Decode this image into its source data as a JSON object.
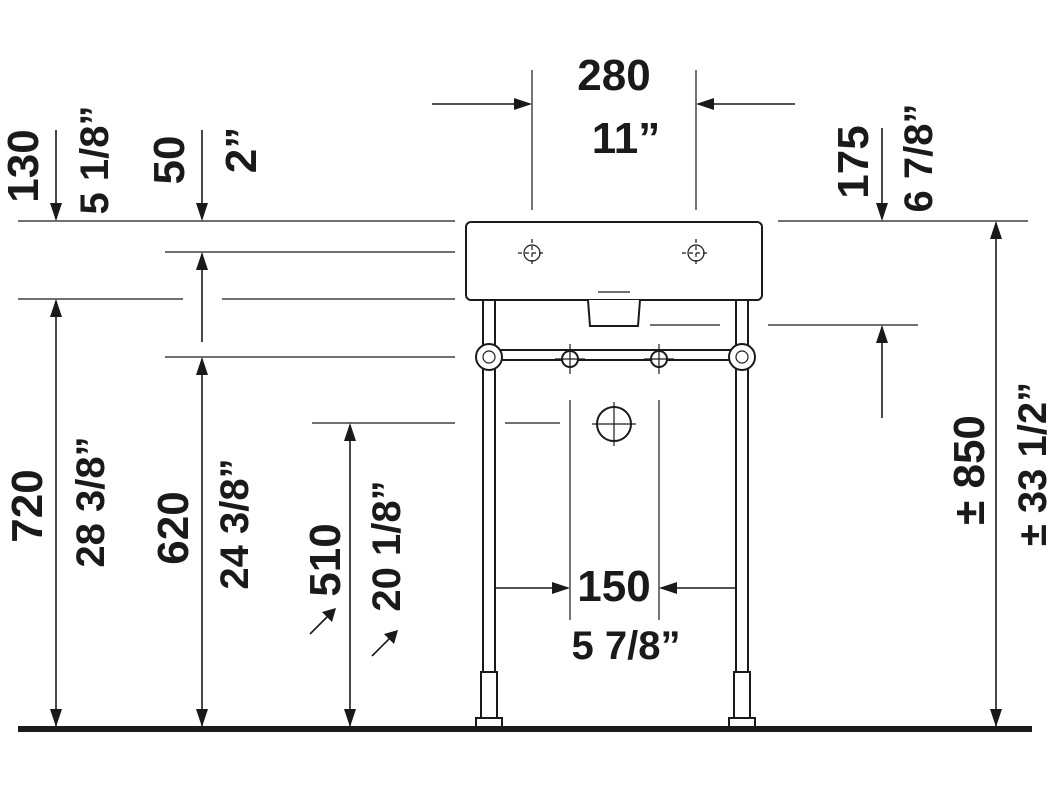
{
  "drawing": {
    "basin_width_mm": "280",
    "basin_width_in": "11”",
    "top_offset_130_mm": "130",
    "top_offset_130_in": "5 1/8”",
    "top_offset_50_mm": "50",
    "top_offset_50_in": "2”",
    "top_offset_175_mm": "175",
    "top_offset_175_in": "6 7/8”",
    "height_720_mm": "720",
    "height_720_in": "28 3/8”",
    "height_620_mm": "620",
    "height_620_in": "24 3/8”",
    "height_510_mm": "510",
    "height_510_in": "20 1/8”",
    "height_850_mm": "± 850",
    "height_850_in": "± 33 1/2”",
    "leg_spacing_mm": "150",
    "leg_spacing_in": "5 7/8”"
  },
  "colors": {
    "line": "#1a1a1a",
    "background": "#ffffff"
  }
}
